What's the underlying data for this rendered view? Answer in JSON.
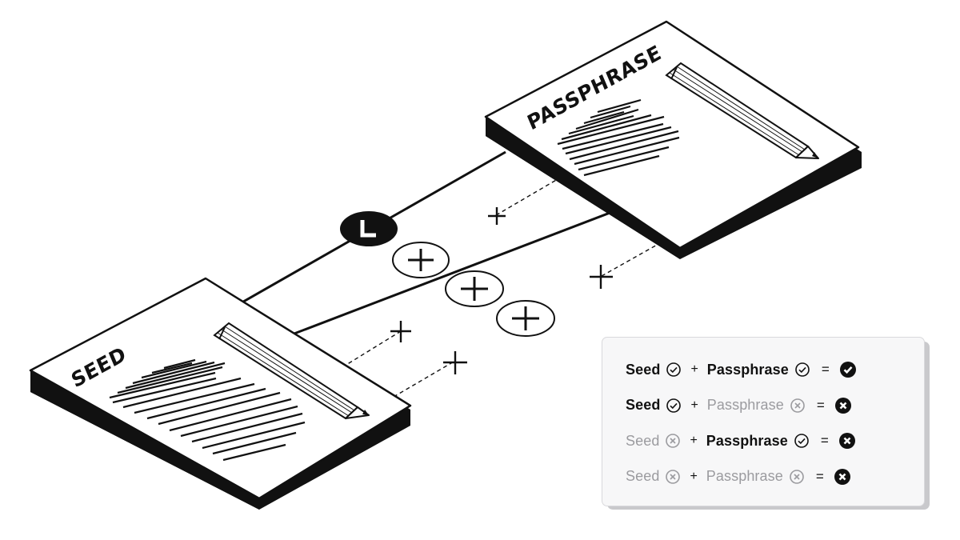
{
  "diagram": {
    "seed_card_title": "SEED",
    "passphrase_card_title": "PASSPHRASE",
    "lock_icon": "j-lock-glyph",
    "plus_icon": "plus-sign"
  },
  "legend": {
    "rows": [
      {
        "seed": "Seed",
        "seed_state": "valid",
        "plus": "+",
        "passphrase": "Passphrase",
        "passphrase_state": "valid",
        "equals": "=",
        "result": "success"
      },
      {
        "seed": "Seed",
        "seed_state": "valid",
        "plus": "+",
        "passphrase": "Passphrase",
        "passphrase_state": "invalid",
        "equals": "=",
        "result": "failure"
      },
      {
        "seed": "Seed",
        "seed_state": "invalid",
        "plus": "+",
        "passphrase": "Passphrase",
        "passphrase_state": "valid",
        "equals": "=",
        "result": "failure"
      },
      {
        "seed": "Seed",
        "seed_state": "invalid",
        "plus": "+",
        "passphrase": "Passphrase",
        "passphrase_state": "invalid",
        "equals": "=",
        "result": "failure"
      }
    ]
  },
  "colors": {
    "ink": "#111111",
    "muted": "#9b9b9f",
    "panel": "#f7f7f8",
    "panel_shadow": "#c9c9cc"
  }
}
